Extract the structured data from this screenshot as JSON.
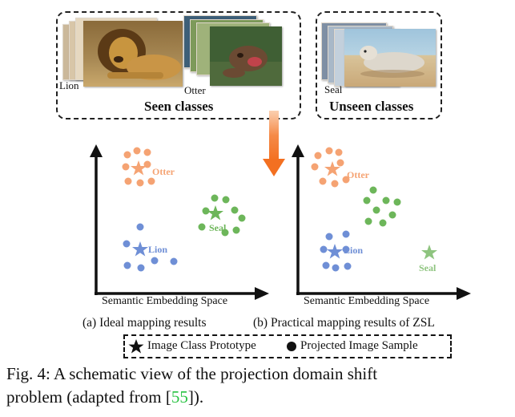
{
  "seen_box": {
    "title": "Seen classes",
    "labels": {
      "lion": "Lion",
      "otter": "Otter"
    }
  },
  "unseen_box": {
    "title": "Unseen classes",
    "labels": {
      "seal": "Seal"
    }
  },
  "plots": {
    "left": {
      "axis_label": "Semantic Embedding Space",
      "caption": "(a) Ideal mapping results",
      "clusters": {
        "otter": "Otter",
        "seal": "Seal",
        "lion": "Lion"
      }
    },
    "right": {
      "axis_label": "Semantic Embedding Space",
      "caption": "(b) Practical mapping results of ZSL",
      "clusters": {
        "otter": "Otter",
        "seal": "Seal",
        "lion": "Lion"
      }
    }
  },
  "legend": {
    "prototype": "Image Class Prototype",
    "sample": "Projected Image Sample"
  },
  "figure_caption": {
    "line1": "Fig. 4: A schematic view of the projection domain shift",
    "line2_prefix": "problem (adapted from [",
    "citation": "55",
    "line2_suffix": "])."
  },
  "colors": {
    "otter": "#f5a373",
    "seal": "#6db65a",
    "lion": "#6f8fd6",
    "arrow": "#f37021"
  }
}
